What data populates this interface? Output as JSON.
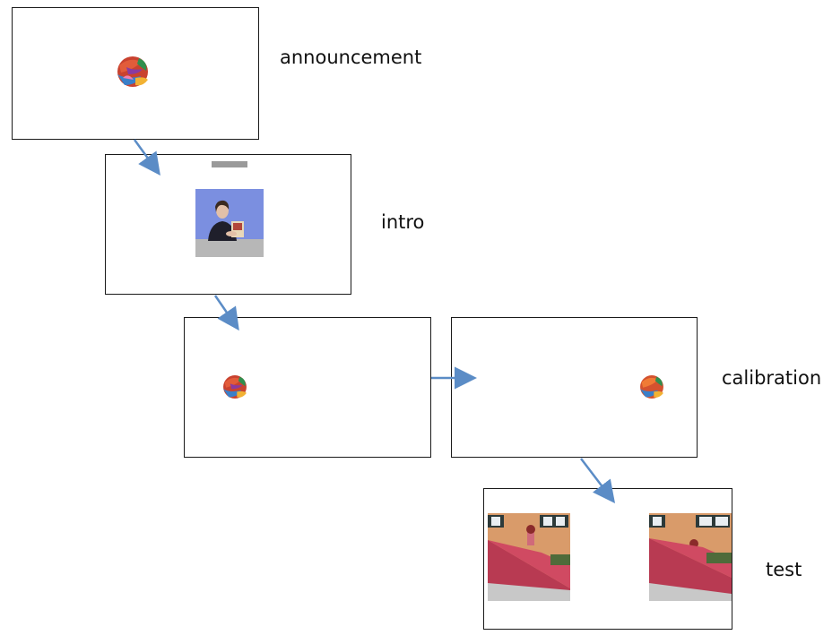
{
  "stages": [
    {
      "key": "announcement",
      "label": "announcement"
    },
    {
      "key": "intro",
      "label": "intro"
    },
    {
      "key": "calibration",
      "label": "calibration"
    },
    {
      "key": "test",
      "label": "test"
    }
  ],
  "colors": {
    "frame_border": "#1a1a1a",
    "arrow": "#5b8cc6",
    "intro_background": "#7b8fe0",
    "test_roof": "#b83a52",
    "test_wall": "#d99b6a"
  },
  "icons": [
    "colorful-blob-icon",
    "arrow-icon",
    "person-photo",
    "roof-scene-photo"
  ]
}
